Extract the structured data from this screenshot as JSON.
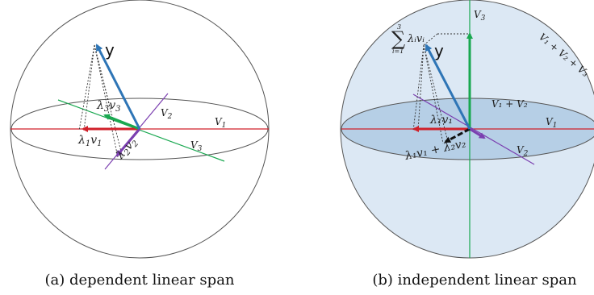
{
  "panel_a": {
    "caption": "(a) dependent linear span",
    "labels": {
      "y": "y",
      "v1_basis": "V",
      "v1_sub": "1",
      "v2_basis": "V",
      "v2_sub": "2",
      "v3_basis": "V",
      "v3_sub": "3",
      "lambda1": "λ",
      "lambda1_sub": "1",
      "lambda1_v": "v",
      "lambda1_vsub": "1",
      "lambda2": "λ",
      "lambda2_sub": "2",
      "lambda2_v": "v",
      "lambda2_vsub": "2",
      "lambda3": "λ",
      "lambda3_sub": "3",
      "lambda3_v": "v",
      "lambda3_vsub": "3"
    }
  },
  "panel_b": {
    "caption": "(b) independent linear span",
    "labels": {
      "y": "y",
      "v1": "V",
      "v1_sub": "1",
      "v2": "V",
      "v2_sub": "2",
      "v3": "V",
      "v3_sub": "3",
      "v1_plus_v2": "V₁ + V₂",
      "v1_plus_v2_plus_v3": "V₁ + V₂ + V₃",
      "sum_symbol": "∑",
      "sum_upper": "3",
      "sum_lower": "i=1",
      "sum_term": "λᵢvᵢ",
      "lambda1_v1": "λ₁v₁",
      "lambda1_v1_plus_lambda2_v2": "λ₁v₁ + λ₂v₂"
    }
  },
  "colors": {
    "red": "#d0202a",
    "green": "#19a850",
    "purple": "#7b3fb0",
    "blue": "#2e75b6",
    "sphere_fill": "#dce8f4",
    "plane_fill": "#b6cfe6",
    "outline": "#555555"
  }
}
